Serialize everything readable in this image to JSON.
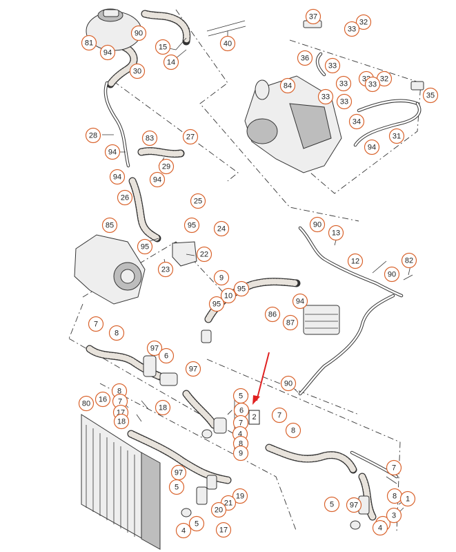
{
  "diagram": {
    "callouts": [
      {
        "label": "90"
      },
      {
        "label": "81"
      },
      {
        "label": "94"
      },
      {
        "label": "30"
      },
      {
        "label": "15"
      },
      {
        "label": "14"
      },
      {
        "label": "40"
      },
      {
        "label": "37"
      },
      {
        "label": "32"
      },
      {
        "label": "33"
      },
      {
        "label": "36"
      },
      {
        "label": "33"
      },
      {
        "label": "33"
      },
      {
        "label": "32"
      },
      {
        "label": "84"
      },
      {
        "label": "33"
      },
      {
        "label": "32"
      },
      {
        "label": "33"
      },
      {
        "label": "35"
      },
      {
        "label": "33"
      },
      {
        "label": "34"
      },
      {
        "label": "94"
      },
      {
        "label": "31"
      },
      {
        "label": "28"
      },
      {
        "label": "94"
      },
      {
        "label": "83"
      },
      {
        "label": "27"
      },
      {
        "label": "29"
      },
      {
        "label": "94"
      },
      {
        "label": "94"
      },
      {
        "label": "26"
      },
      {
        "label": "25"
      },
      {
        "label": "95"
      },
      {
        "label": "24"
      },
      {
        "label": "85"
      },
      {
        "label": "95"
      },
      {
        "label": "22"
      },
      {
        "label": "23"
      },
      {
        "label": "90"
      },
      {
        "label": "13"
      },
      {
        "label": "12"
      },
      {
        "label": "82"
      },
      {
        "label": "90"
      },
      {
        "label": "9"
      },
      {
        "label": "95"
      },
      {
        "label": "10"
      },
      {
        "label": "95"
      },
      {
        "label": "94"
      },
      {
        "label": "86"
      },
      {
        "label": "87"
      },
      {
        "label": "7"
      },
      {
        "label": "8"
      },
      {
        "label": "97"
      },
      {
        "label": "6"
      },
      {
        "label": "97"
      },
      {
        "label": "90"
      },
      {
        "label": "80"
      },
      {
        "label": "16"
      },
      {
        "label": "8"
      },
      {
        "label": "7"
      },
      {
        "label": "17"
      },
      {
        "label": "18"
      },
      {
        "label": "18"
      },
      {
        "label": "5"
      },
      {
        "label": "6"
      },
      {
        "label": "7"
      },
      {
        "label": "4"
      },
      {
        "label": "8"
      },
      {
        "label": "9"
      },
      {
        "label": "7"
      },
      {
        "label": "8"
      },
      {
        "label": "97"
      },
      {
        "label": "5"
      },
      {
        "label": "19"
      },
      {
        "label": "21"
      },
      {
        "label": "20"
      },
      {
        "label": "4"
      },
      {
        "label": "5"
      },
      {
        "label": "17"
      },
      {
        "label": "7"
      },
      {
        "label": "8"
      },
      {
        "label": "1"
      },
      {
        "label": "5"
      },
      {
        "label": "97"
      },
      {
        "label": "5"
      },
      {
        "label": "3"
      },
      {
        "label": "4"
      }
    ],
    "highlighted_part": {
      "label": "2"
    },
    "highlight_color": "#e02020",
    "callout_color": "#d9622b"
  }
}
